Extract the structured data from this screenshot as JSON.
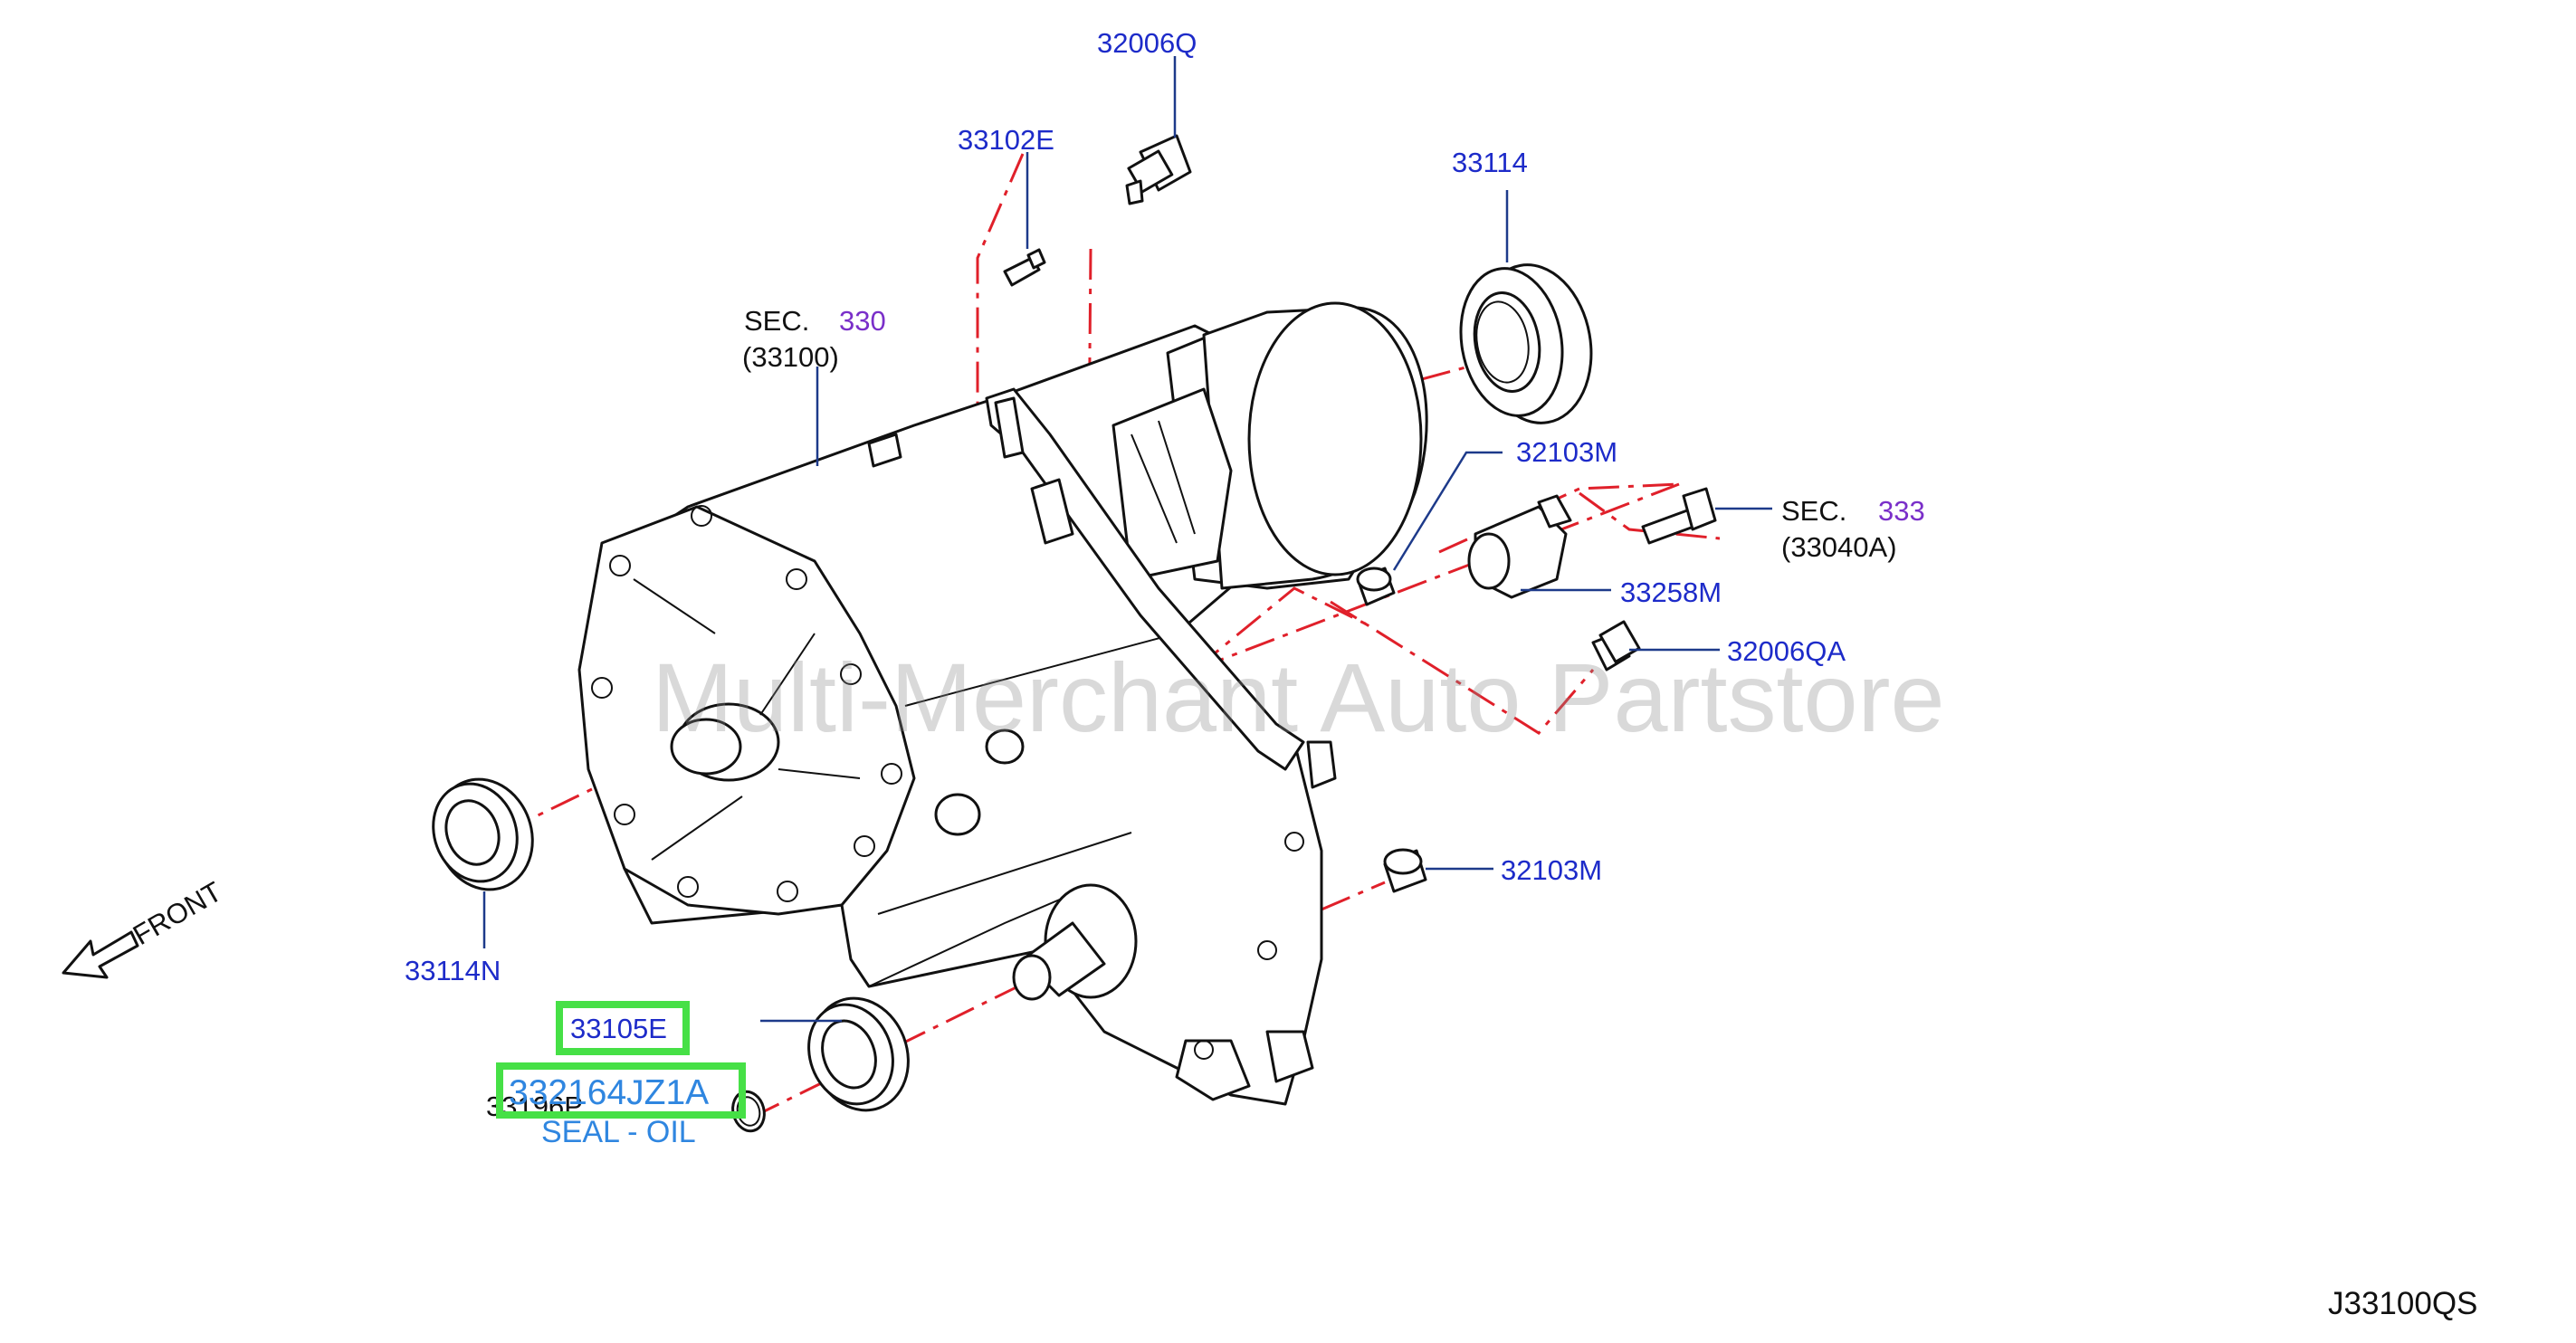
{
  "figure_code": "J33100QS",
  "watermark": "Multi-Merchant Auto Partstore",
  "front_label": "FRONT",
  "labels": {
    "p32006Q": "32006Q",
    "p33102E": "33102E",
    "p33114": "33114",
    "sec330_prefix": "SEC.",
    "sec330_num": "330",
    "sec330_ref": "(33100)",
    "p32103M_top": "32103M",
    "sec333_prefix": "SEC.",
    "sec333_num": "333",
    "sec333_ref": "(33040A)",
    "p33258M": "33258M",
    "p32006QA": "32006QA",
    "p32103M_bottom": "32103M",
    "p33114N": "33114N",
    "p33105E": "33105E",
    "p33196P": "33196P"
  },
  "highlight": {
    "part_number": "332164JZ1A",
    "description": "SEAL - OIL"
  },
  "colors": {
    "label_blue": "#1d2bc9",
    "section_purple": "#7a2fc9",
    "centerline_red": "#e0202a",
    "highlight_green": "#46e046",
    "highlight_text": "#2f86e0"
  }
}
